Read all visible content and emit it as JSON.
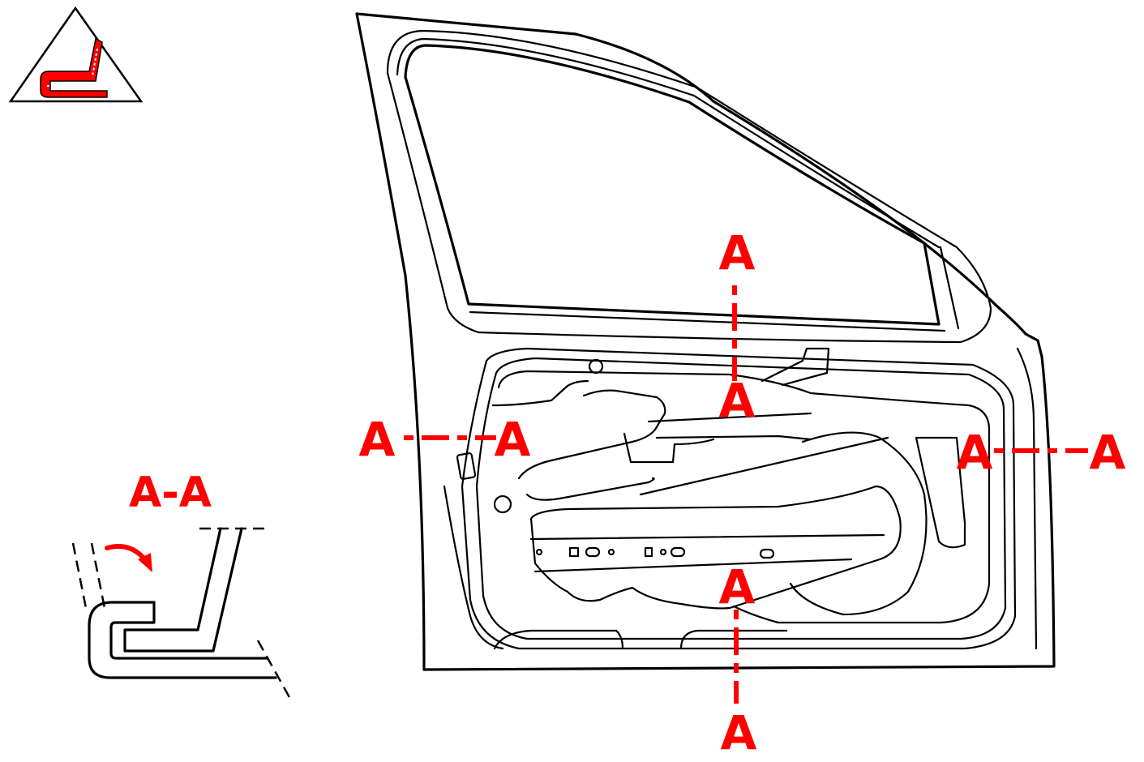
{
  "colors": {
    "accent": "#ff0000",
    "line": "#000000",
    "background": "#ffffff"
  },
  "icons": {
    "hem-symbol": "hem-flange-triangle-icon",
    "fold-arrow": "fold-arrow-icon"
  },
  "section": {
    "title": "A-A"
  },
  "cut_labels": {
    "top_vertical_upper": "A",
    "top_vertical_lower": "A",
    "bottom_vertical_upper": "A",
    "bottom_vertical_lower": "A",
    "left_horizontal_left": "A",
    "left_horizontal_right": "A",
    "right_horizontal_left": "A",
    "right_horizontal_right": "A"
  }
}
